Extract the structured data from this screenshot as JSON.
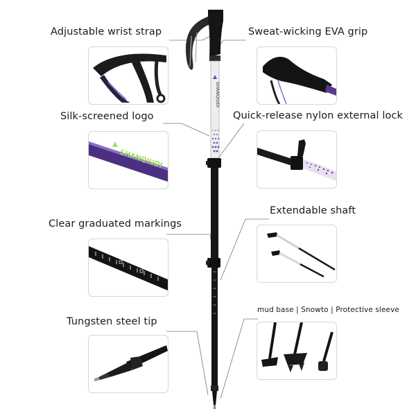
{
  "brand": {
    "logo_text": "SHANQIUDI"
  },
  "left_features": [
    {
      "id": "strap",
      "label": "Adjustable wrist strap"
    },
    {
      "id": "logo",
      "label": "Silk-screened logo"
    },
    {
      "id": "markings",
      "label": "Clear graduated markings"
    },
    {
      "id": "tip",
      "label": "Tungsten steel tip"
    }
  ],
  "right_features": [
    {
      "id": "grip",
      "label": "Sweat-wicking EVA grip"
    },
    {
      "id": "lock",
      "label": "Quick-release nylon external lock"
    },
    {
      "id": "shaft",
      "label": "Extendable shaft"
    },
    {
      "id": "accessories",
      "label": "mud base | Snowto | Protective sleeve"
    }
  ],
  "colors": {
    "shaft_black": "#151515",
    "accent_purple": "#5a3a8c",
    "logo_green": "#9be05a"
  }
}
